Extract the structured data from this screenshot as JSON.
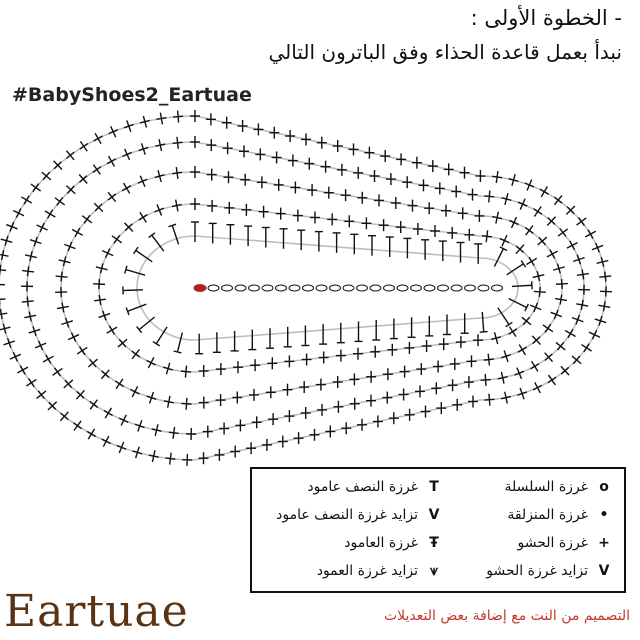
{
  "header": {
    "step_title": "- الخطوة الأولى :",
    "instruction": "نبدأ بعمل قاعدة الحذاء وفق الباترون التالي"
  },
  "hashtag": "#BabyShoes2_Eartuae",
  "diagram": {
    "foundation_chain_count": 22,
    "rows": 5,
    "line_color": "#bdbdbd",
    "stitch_color": "#111111",
    "start_marker_color": "#b22222"
  },
  "legend": {
    "items": [
      {
        "symbol": "o",
        "label": "غرزة السلسلة"
      },
      {
        "symbol": "T",
        "label": "غرزة النصف عامود"
      },
      {
        "symbol": "•",
        "label": "غرزة المنزلقة"
      },
      {
        "symbol": "V",
        "label": "تزايد غرزة النصف عامود"
      },
      {
        "symbol": "+",
        "label": "غرزة الحشو"
      },
      {
        "symbol": "Ŧ",
        "label": "غرزة العامود"
      },
      {
        "symbol": "V",
        "label": "تزايد غرزة الحشو"
      },
      {
        "symbol": "⩛",
        "label": "تزايد غرزة العمود"
      }
    ]
  },
  "brand": "Eartuae",
  "credit": "التصميم من النت مع إضافة بعض التعديلات",
  "colors": {
    "brand": "#5a3314",
    "credit": "#c0392b"
  }
}
